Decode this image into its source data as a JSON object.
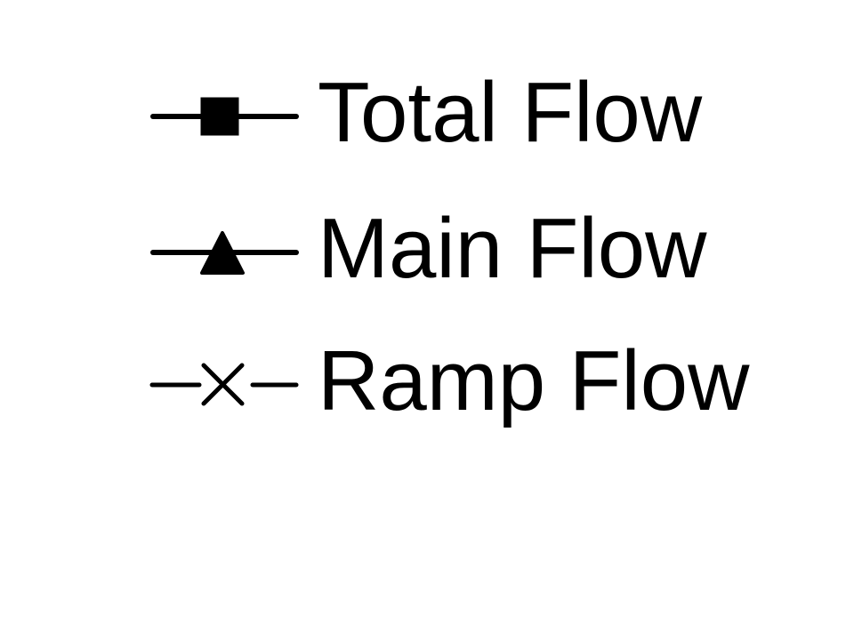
{
  "background_color": "#ffffff",
  "accent_color": "#000000",
  "legend": {
    "entries": [
      {
        "label": "Total Flow",
        "marker": "filled-square",
        "line_style": "solid",
        "color": "#000000"
      },
      {
        "label": "Main Flow",
        "marker": "filled-triangle-up",
        "line_style": "solid",
        "color": "#000000"
      },
      {
        "label": "Ramp Flow",
        "marker": "x-cross",
        "line_style": "dashed",
        "color": "#000000"
      }
    ]
  },
  "chart_data": {
    "type": "line",
    "title": "",
    "xlabel": "",
    "ylabel": "",
    "legend_position": "upper-left",
    "series": [
      {
        "name": "Total Flow",
        "marker": "filled-square",
        "line_style": "solid",
        "color": "#000000"
      },
      {
        "name": "Main Flow",
        "marker": "filled-triangle-up",
        "line_style": "solid",
        "color": "#000000"
      },
      {
        "name": "Ramp Flow",
        "marker": "x-cross",
        "line_style": "dashed",
        "color": "#000000"
      }
    ]
  }
}
